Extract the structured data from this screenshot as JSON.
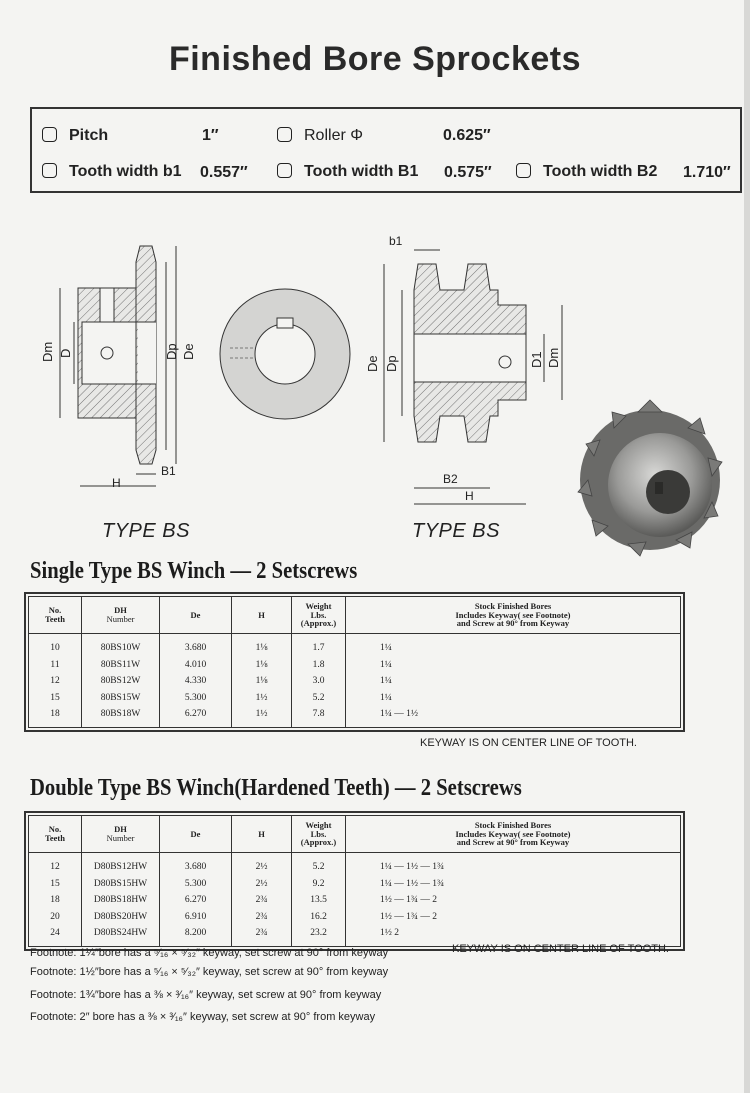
{
  "title": "Finished Bore Sprockets",
  "specs": {
    "pitch_label": "Pitch",
    "pitch_value": "1″",
    "roller_label": "Roller Φ",
    "roller_value": "0.625″",
    "tooth_b1_label": "Tooth width b1",
    "tooth_b1_value": "0.557″",
    "tooth_B1_label": "Tooth width B1",
    "tooth_B1_value": "0.575″",
    "tooth_B2_label": "Tooth width B2",
    "tooth_B2_value": "1.710″"
  },
  "drawing_labels": {
    "dm": "Dm",
    "d": "D",
    "dp": "Dp",
    "de": "De",
    "h": "H",
    "b1_upper": "B1",
    "b1_lower": "b1",
    "d1": "D1",
    "b2": "B2"
  },
  "type_labels": [
    "TYPE BS",
    "TYPE BS"
  ],
  "single": {
    "title": "Single Type  BS  Winch — 2 Setscrews",
    "headers": {
      "no_teeth": [
        "No.",
        "Teeth"
      ],
      "dh_number": [
        "DH",
        "Number"
      ],
      "de": "De",
      "h": "H",
      "weight": [
        "Weight",
        "Lbs.",
        "(Approx.)"
      ],
      "bores": [
        "Stock Finished Bores",
        "Includes Keyway( see Footnote)",
        "and Screw at 90°  from Keyway"
      ]
    },
    "rows": [
      {
        "teeth": "10",
        "number": "80BS10W",
        "de": "3.680",
        "h": "1⅛",
        "weight": "1.7",
        "bores": "1¼"
      },
      {
        "teeth": "11",
        "number": "80BS11W",
        "de": "4.010",
        "h": "1⅛",
        "weight": "1.8",
        "bores": "1¼"
      },
      {
        "teeth": "12",
        "number": "80BS12W",
        "de": "4.330",
        "h": "1⅛",
        "weight": "3.0",
        "bores": "1¼"
      },
      {
        "teeth": "15",
        "number": "80BS15W",
        "de": "5.300",
        "h": "1½",
        "weight": "5.2",
        "bores": "1¼"
      },
      {
        "teeth": "18",
        "number": "80BS18W",
        "de": "6.270",
        "h": "1½",
        "weight": "7.8",
        "bores": "1¼   —  1½"
      }
    ],
    "note": "KEYWAY IS ON CENTER LINE OF TOOTH."
  },
  "double": {
    "title": "Double Type  BS   Winch(Hardened Teeth) — 2 Setscrews",
    "headers": {
      "no_teeth": [
        "No.",
        "Teeth"
      ],
      "dh_number": [
        "DH",
        "Number"
      ],
      "de": "De",
      "h": "H",
      "weight": [
        "Weight",
        "Lbs.",
        "(Approx.)"
      ],
      "bores": [
        "Stock Finished Bores",
        "Includes Keyway( see Footnote)",
        "and Screw at 90°  from Keyway"
      ]
    },
    "rows": [
      {
        "teeth": "12",
        "number": "D80BS12HW",
        "de": "3.680",
        "h": "2½",
        "weight": "5.2",
        "bores": "1¼   —  1½   —  1¾"
      },
      {
        "teeth": "15",
        "number": "D80BS15HW",
        "de": "5.300",
        "h": "2½",
        "weight": "9.2",
        "bores": "1¼   —  1½   —  1¾"
      },
      {
        "teeth": "18",
        "number": "D80BS18HW",
        "de": "6.270",
        "h": "2¾",
        "weight": "13.5",
        "bores": "1½   —  1¾   —  2"
      },
      {
        "teeth": "20",
        "number": "D80BS20HW",
        "de": "6.910",
        "h": "2¾",
        "weight": "16.2",
        "bores": "1½   —  1¾   —  2"
      },
      {
        "teeth": "24",
        "number": "D80BS24HW",
        "de": "8.200",
        "h": "2¾",
        "weight": "23.2",
        "bores": "1½             2"
      }
    ],
    "note": "KEYWAY IS ON CENTER LINE OF TOOTH."
  },
  "footnotes": [
    "Footnote:  1¼″bore has a  ⁵⁄₁₆ × ⁵⁄₃₂″  keyway, set screw at 90°  from keyway",
    "Footnote:  1½″bore has a  ⁵⁄₁₆ × ⁵⁄₃₂″  keyway, set screw at 90°  from keyway",
    "Footnote:  1¾″bore has a  ⅜  × ³⁄₁₆″  keyway, set screw at 90°  from keyway",
    "Footnote:  2″ bore has a  ⅜  × ³⁄₁₆″  keyway, set screw at 90°  from keyway"
  ]
}
